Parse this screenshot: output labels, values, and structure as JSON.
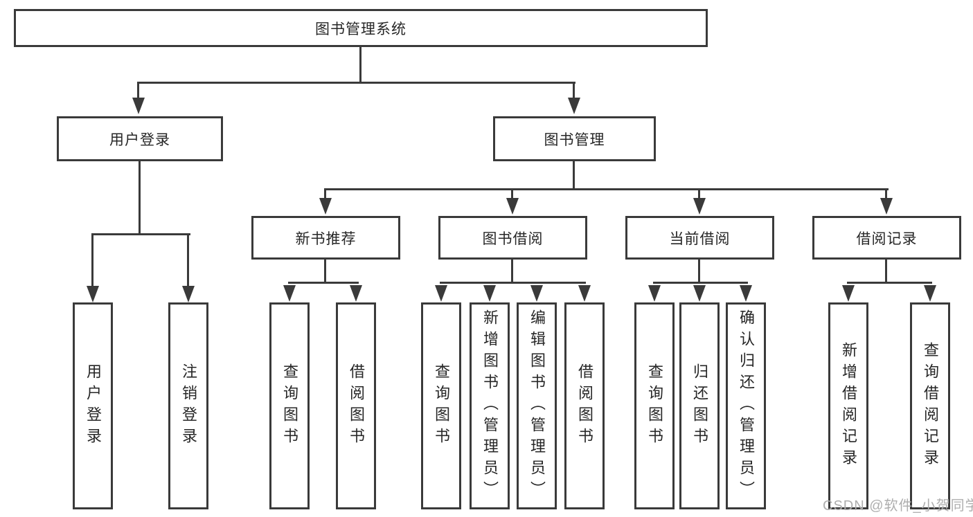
{
  "tree": {
    "root": "图书管理系统",
    "branches": [
      {
        "label": "用户登录",
        "children": [
          "用户登录",
          "注销登录"
        ]
      },
      {
        "label": "图书管理",
        "groups": [
          {
            "label": "新书推荐",
            "children": [
              "查询图书",
              "借阅图书"
            ]
          },
          {
            "label": "图书借阅",
            "children": [
              "查询图书",
              "新增图书（管理员）",
              "编辑图书（管理员）",
              "借阅图书"
            ]
          },
          {
            "label": "当前借阅",
            "children": [
              "查询图书",
              "归还图书",
              "确认归还（管理员）"
            ]
          },
          {
            "label": "借阅记录",
            "children": [
              "新增借阅记录",
              "查询借阅记录"
            ]
          }
        ]
      }
    ]
  },
  "watermark": "CSDN @软件_小贺同学",
  "colors": {
    "line": "#3a3a3a",
    "box_border": "#3a3a3a",
    "text": "#262626",
    "watermark": "#aeaeae",
    "background": "#ffffff"
  }
}
